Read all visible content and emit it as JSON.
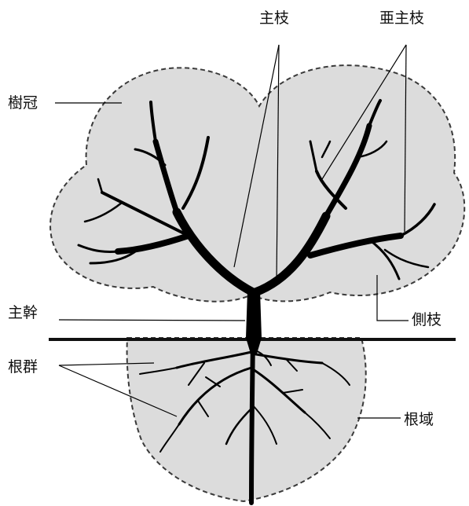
{
  "labels": {
    "main_branch": "主枝",
    "sub_main_branch": "亜主枝",
    "crown": "樹冠",
    "trunk": "主幹",
    "lateral_branch": "側枝",
    "root_group": "根群",
    "root_zone": "根域"
  },
  "colors": {
    "region_fill": "#dcdcdc",
    "outline": "#3a3a3a",
    "tree": "#000000",
    "ground": "#111111"
  }
}
